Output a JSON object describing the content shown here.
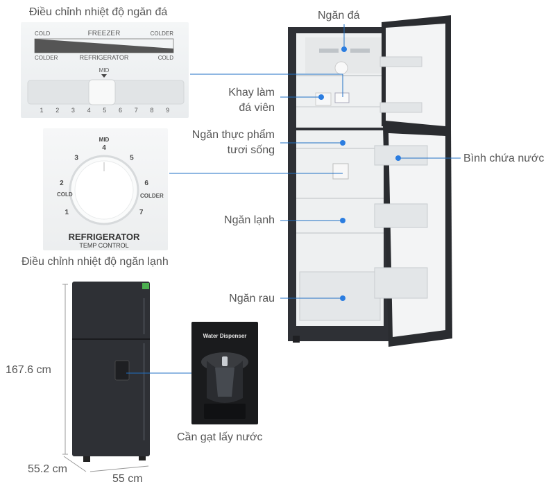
{
  "labels": {
    "freezer_control_caption": "Điều chỉnh nhiệt độ ngăn đá",
    "fridge_control_caption": "Điều chỉnh nhiệt độ ngăn lạnh",
    "freezer_compartment": "Ngăn đá",
    "ice_tray_line1": "Khay làm",
    "ice_tray_line2": "đá viên",
    "fresh_food_line1": "Ngăn thực phẩm",
    "fresh_food_line2": "tươi sống",
    "water_tank": "Bình chứa nước",
    "cool_compartment": "Ngăn lạnh",
    "vegetable_drawer": "Ngăn rau",
    "dispenser_lever": "Cần gạt lấy nước",
    "height": "167.6 cm",
    "depth": "55.2 cm",
    "width": "55 cm"
  },
  "freezer_panel": {
    "top_left": "COLD",
    "top_center": "FREEZER",
    "top_right": "COLDER",
    "bottom_left": "COLDER",
    "bottom_center": "REFRIGERATOR",
    "bottom_right": "COLD",
    "slider_mark": "MID",
    "scale": [
      "1",
      "2",
      "3",
      "4",
      "5",
      "6",
      "7",
      "8",
      "9"
    ]
  },
  "fridge_dial": {
    "numbers": [
      "1",
      "2",
      "3",
      "4",
      "5",
      "6",
      "7"
    ],
    "mid": "MID",
    "cold": "COLD",
    "colder": "COLDER",
    "title": "REFRIGERATOR",
    "subtitle": "TEMP CONTROL"
  },
  "dispenser_panel": {
    "title": "Water Dispenser"
  },
  "colors": {
    "callout_line": "#1f6fc5",
    "dot": "#2b7de0",
    "fridge_body": "#2e3035",
    "interior": "#f2f3f4"
  }
}
